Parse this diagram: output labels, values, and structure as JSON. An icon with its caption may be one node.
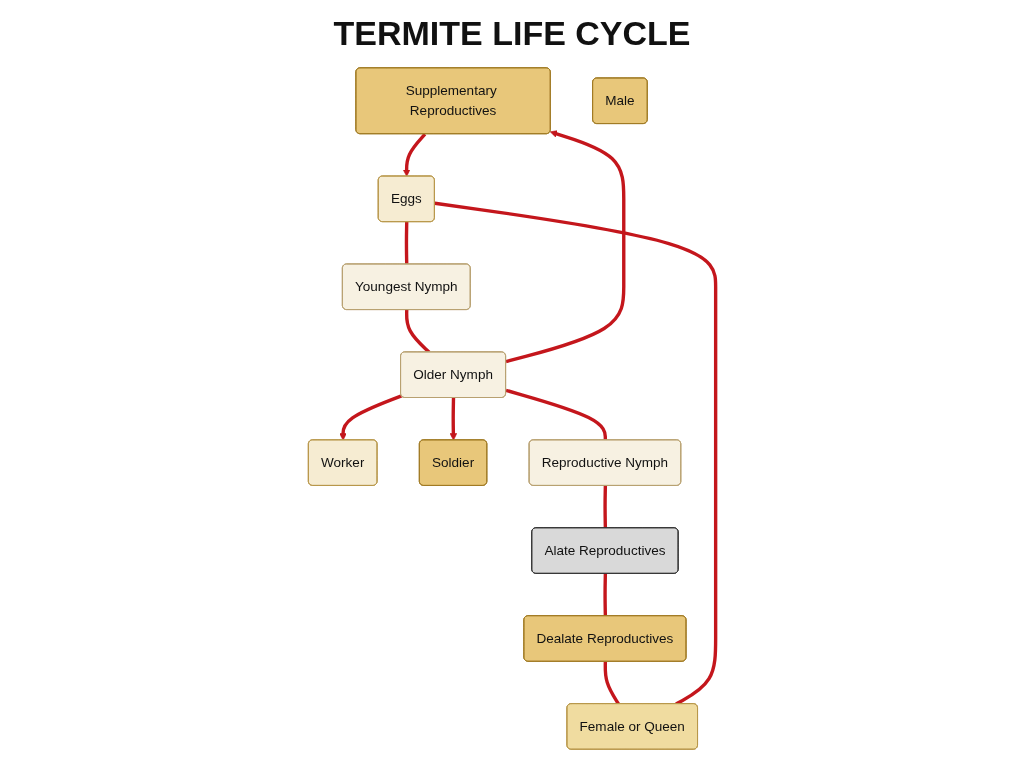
{
  "diagram": {
    "title": "TERMITE LIFE CYCLE",
    "nodes": [
      {
        "text": [
          "Worker"
        ]
      },
      {
        "text": [
          "Soldier"
        ]
      },
      {
        "text": [
          "Supplementary Reproductives"
        ]
      },
      {
        "text": [
          "Reproductive Nymph"
        ]
      },
      {
        "text": [
          "Older Nymph"
        ]
      },
      {
        "text": [
          "Alate Reproductives"
        ]
      },
      {
        "text": [
          "Youngest Nymph"
        ]
      },
      {
        "text": [
          "Eggs"
        ]
      },
      {
        "text": [
          "Male"
        ]
      },
      {
        "text": [
          "Dealate Reproductives"
        ]
      },
      {
        "text": [
          "Female or Queen"
        ]
      }
    ],
    "edges": [
      {
        "from": 7,
        "to": 6,
        "arrow": "none"
      },
      {
        "from": 6,
        "to": 4,
        "arrow": "none"
      },
      {
        "from": 4,
        "to": 3,
        "arrow": "none"
      },
      {
        "from": 3,
        "to": 5,
        "arrow": "none"
      },
      {
        "from": 5,
        "to": 9,
        "arrow": "none"
      },
      {
        "from": 9,
        "to": 10,
        "arrow": "none"
      },
      {
        "from": 10,
        "to": 7,
        "arrow": "none"
      },
      {
        "from": 4,
        "to": 2,
        "arrow": "to"
      },
      {
        "from": 4,
        "to": 0,
        "arrow": "to"
      },
      {
        "from": 4,
        "to": 1,
        "arrow": "to"
      },
      {
        "from": 2,
        "to": 7,
        "arrow": "to"
      }
    ]
  }
}
